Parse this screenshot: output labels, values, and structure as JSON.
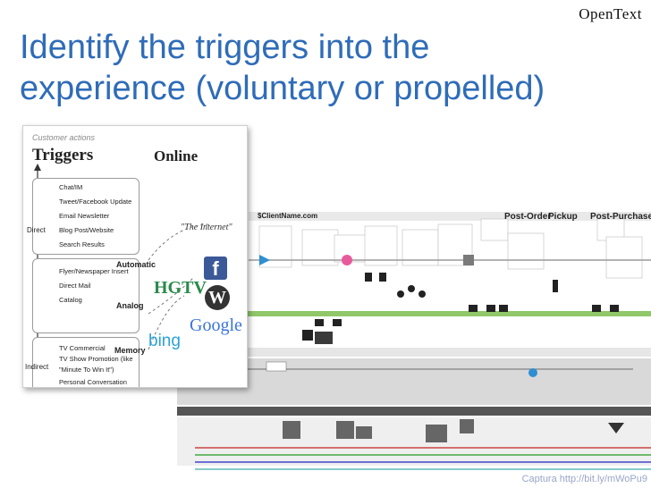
{
  "brand": {
    "name": "OpenText"
  },
  "title": {
    "line1": "Identify the triggers into the",
    "line2": "experience (voluntary or propelled)"
  },
  "triggers_card": {
    "caption": "Customer actions",
    "heading": "Triggers",
    "online_heading": "Online",
    "side_labels": {
      "direct": "Direct",
      "indirect": "Indirect"
    },
    "internet_label": "\"The Internet\"",
    "group_tags": {
      "automatic": "Automatic",
      "analog": "Analog",
      "memory": "Memory"
    },
    "automatic_items": [
      "Chat/IM",
      "Tweet/Facebook Update",
      "Email Newsletter",
      "Blog Post/Website",
      "Search Results"
    ],
    "analog_items": [
      "Flyer/Newspaper Insert",
      "Direct Mail",
      "Catalog"
    ],
    "memory_items": [
      "TV Commercial",
      "TV Show Promotion (like",
      "\"Minute To Win It\")",
      "Personal Conversation"
    ],
    "logos": {
      "hgtv": "HGTV",
      "facebook": "f",
      "google": "Google",
      "bing": "bing"
    }
  },
  "journey_map": {
    "client_name": "$ClientName.com",
    "stage_headers": [
      "Post-Order",
      "Pickup",
      "Post-Purchase"
    ],
    "colors": {
      "green_band": "#8fc76a",
      "gray_band": "#8c8c8c",
      "dark_band": "#555555",
      "arrow_blue": "#2f8fd0"
    }
  },
  "watermark": "Captura http://bit.ly/mWoPu9"
}
